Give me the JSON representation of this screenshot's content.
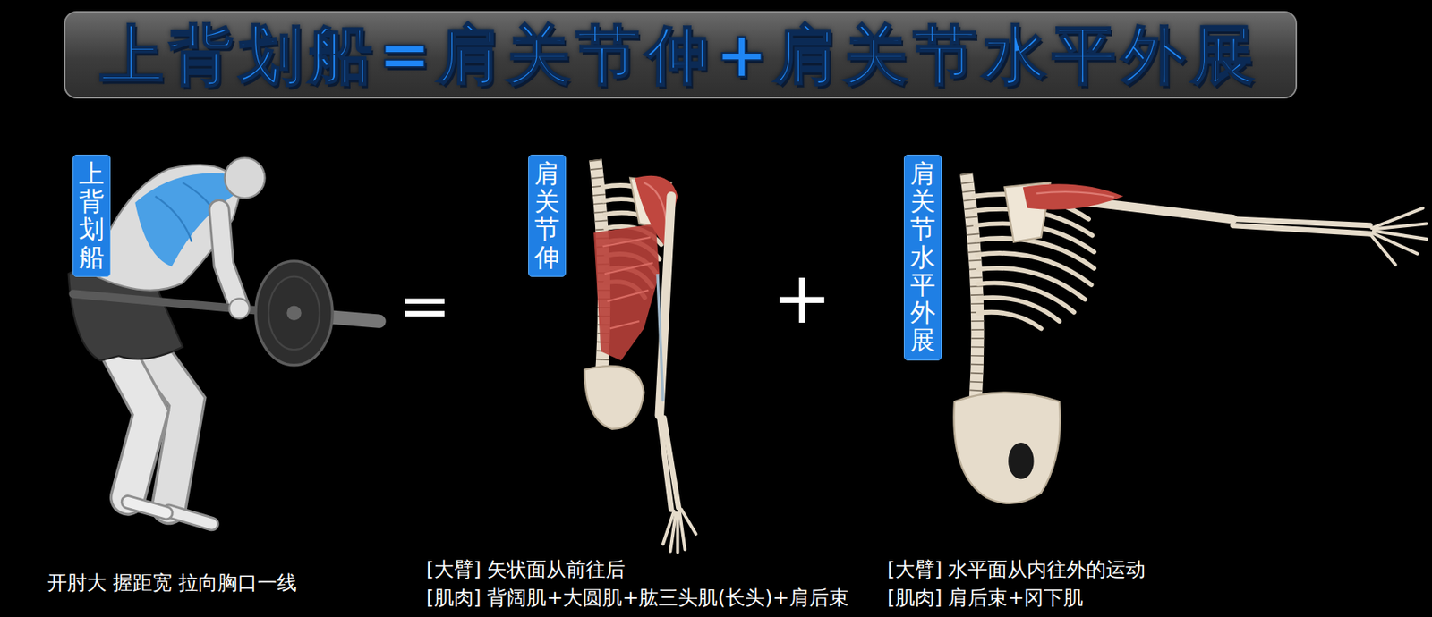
{
  "diagram": {
    "title": "上背划船=肩关节伸+肩关节水平外展",
    "nodes": [
      {
        "text": [
          "上背划船"
        ]
      },
      {
        "text": [
          "肩关节伸"
        ]
      },
      {
        "text": [
          "肩关节水平外展"
        ]
      }
    ],
    "labels": [
      "=",
      "+",
      "开肘大 握距宽 拉向胸口一线",
      "[大臂] 矢状面从前往后",
      "[肌肉] 背阔肌+大圆肌+肱三头肌(长头)+肩后束",
      "[大臂] 水平面从内往外的运动",
      "[肌肉] 肩后束+冈下肌"
    ]
  }
}
